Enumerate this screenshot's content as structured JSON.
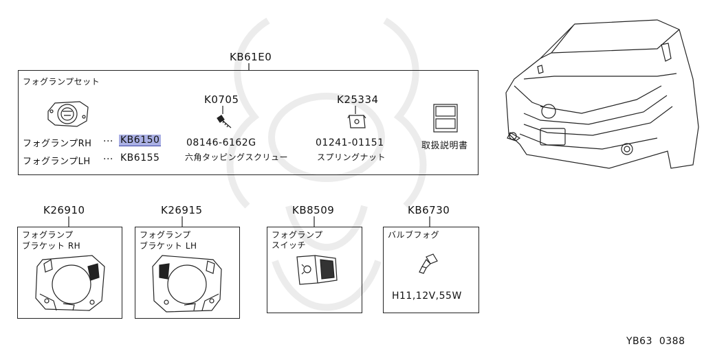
{
  "set_code": "KB61E0",
  "set_box": {
    "title": "フォグランプセット",
    "rh_label": "フォグランプRH",
    "rh_dots": "···",
    "rh_code": "KB6150",
    "lh_label": "フォグランプLH",
    "lh_dots": "···",
    "lh_code": "KB6155",
    "screw": {
      "code": "K0705",
      "part_no": "08146-6162G",
      "name": "六角タッピングスクリュー"
    },
    "nut": {
      "code": "K25334",
      "part_no": "01241-01151",
      "name": "スプリングナット"
    },
    "manual": {
      "name": "取扱説明書"
    }
  },
  "bracket_rh": {
    "code": "K26910",
    "label_line1": "フォグランプ",
    "label_line2": "ブラケット RH"
  },
  "bracket_lh": {
    "code": "K26915",
    "label_line1": "フォグランプ",
    "label_line2": "ブラケット LH"
  },
  "switch": {
    "code": "KB8509",
    "label_line1": "フォグランプ",
    "label_line2": "スイッチ"
  },
  "bulb": {
    "code": "KB6730",
    "label": "バルブフォグ",
    "spec": "H11,12V,55W"
  },
  "footer_ref": "YB63  0388",
  "colors": {
    "highlight": "#aab0e4",
    "line": "#222222",
    "watermark": "#ececec"
  }
}
